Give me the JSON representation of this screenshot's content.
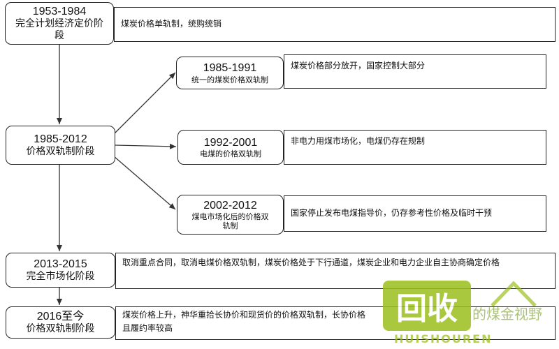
{
  "stages": [
    {
      "years": "1953-1984",
      "name": "完全计划经济定价阶段",
      "desc": "煤炭价格单轨制，统购统销"
    },
    {
      "years": "1985-2012",
      "name": "价格双轨制阶段"
    },
    {
      "years": "2013-2015",
      "name": "完全市场化阶段",
      "desc": "取消重点合同，取消电煤价格双轨制，煤炭价格处于下行通道，煤炭企业和电力企业自主协商确定价格"
    },
    {
      "years": "2016至今",
      "name": "价格双轨制阶段",
      "desc": "煤炭价格上升，神华重拾长协价和现货价的价格双轨制，长协价格",
      "desc_line2": "且履约率较高"
    }
  ],
  "substages": [
    {
      "years": "1985-1991",
      "name": "统一的煤炭价格双轨制",
      "desc": "煤炭价格部分放开，国家控制大部分"
    },
    {
      "years": "1992-2001",
      "name": "电煤的价格双轨制",
      "desc": "非电力用煤市场化，电煤仍存在规制"
    },
    {
      "years": "2002-2012",
      "name": "煤电市场化后的价格双轨制",
      "desc": "国家停止发布电煤指导价，仍存参考性价格及临时干预"
    }
  ],
  "watermark": {
    "logo_text": "回收",
    "side_text": "的煤金视野",
    "caption": "HUISHOUREN"
  },
  "colors": {
    "border": "#222222",
    "arrow": "#333333",
    "watermark_green": "#9cbf1c"
  }
}
